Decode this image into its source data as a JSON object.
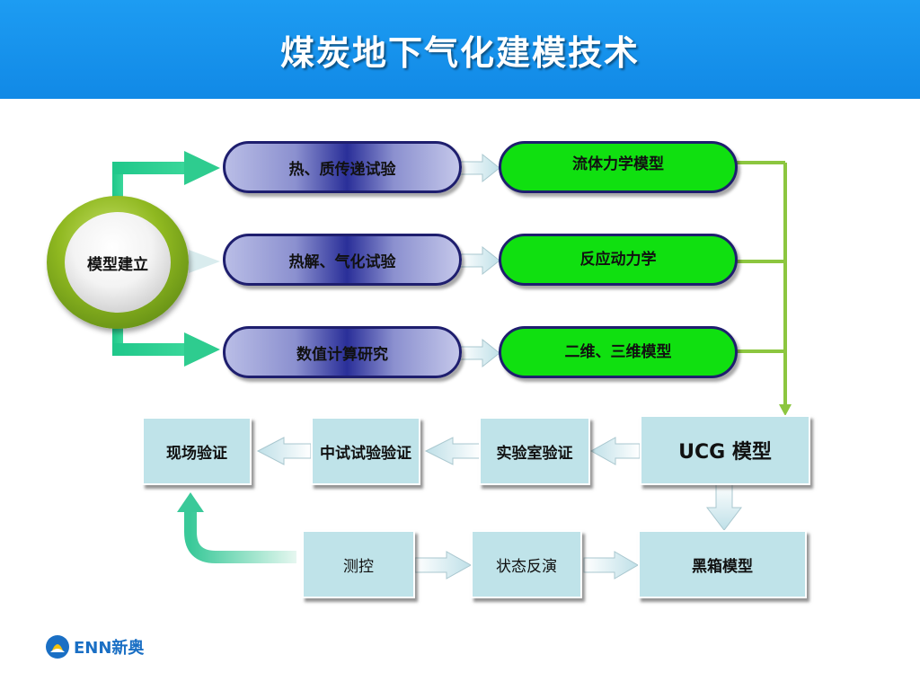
{
  "header": {
    "title": "煤炭地下气化建模技术"
  },
  "diagram": {
    "root": "模型建立",
    "experiments": [
      "热、质传递试验",
      "热解、气化试验",
      "数值计算研究"
    ],
    "models": [
      "流体力学模型",
      "反应动力学",
      "二维、三维模型"
    ],
    "validation_chain": [
      "现场验证",
      "中试试验验证",
      "实验室验证",
      "UCG 模型"
    ],
    "control_chain": [
      "测控",
      "状态反演",
      "黑箱模型"
    ]
  },
  "logo": {
    "text": "ENN新奥"
  },
  "colors": {
    "header_blue": "#1189e6",
    "green_pill": "#10e010",
    "box_fill": "#bfe3e9",
    "connector_green": "#8cc63f",
    "arrow_teal": "#2ecc8f"
  }
}
